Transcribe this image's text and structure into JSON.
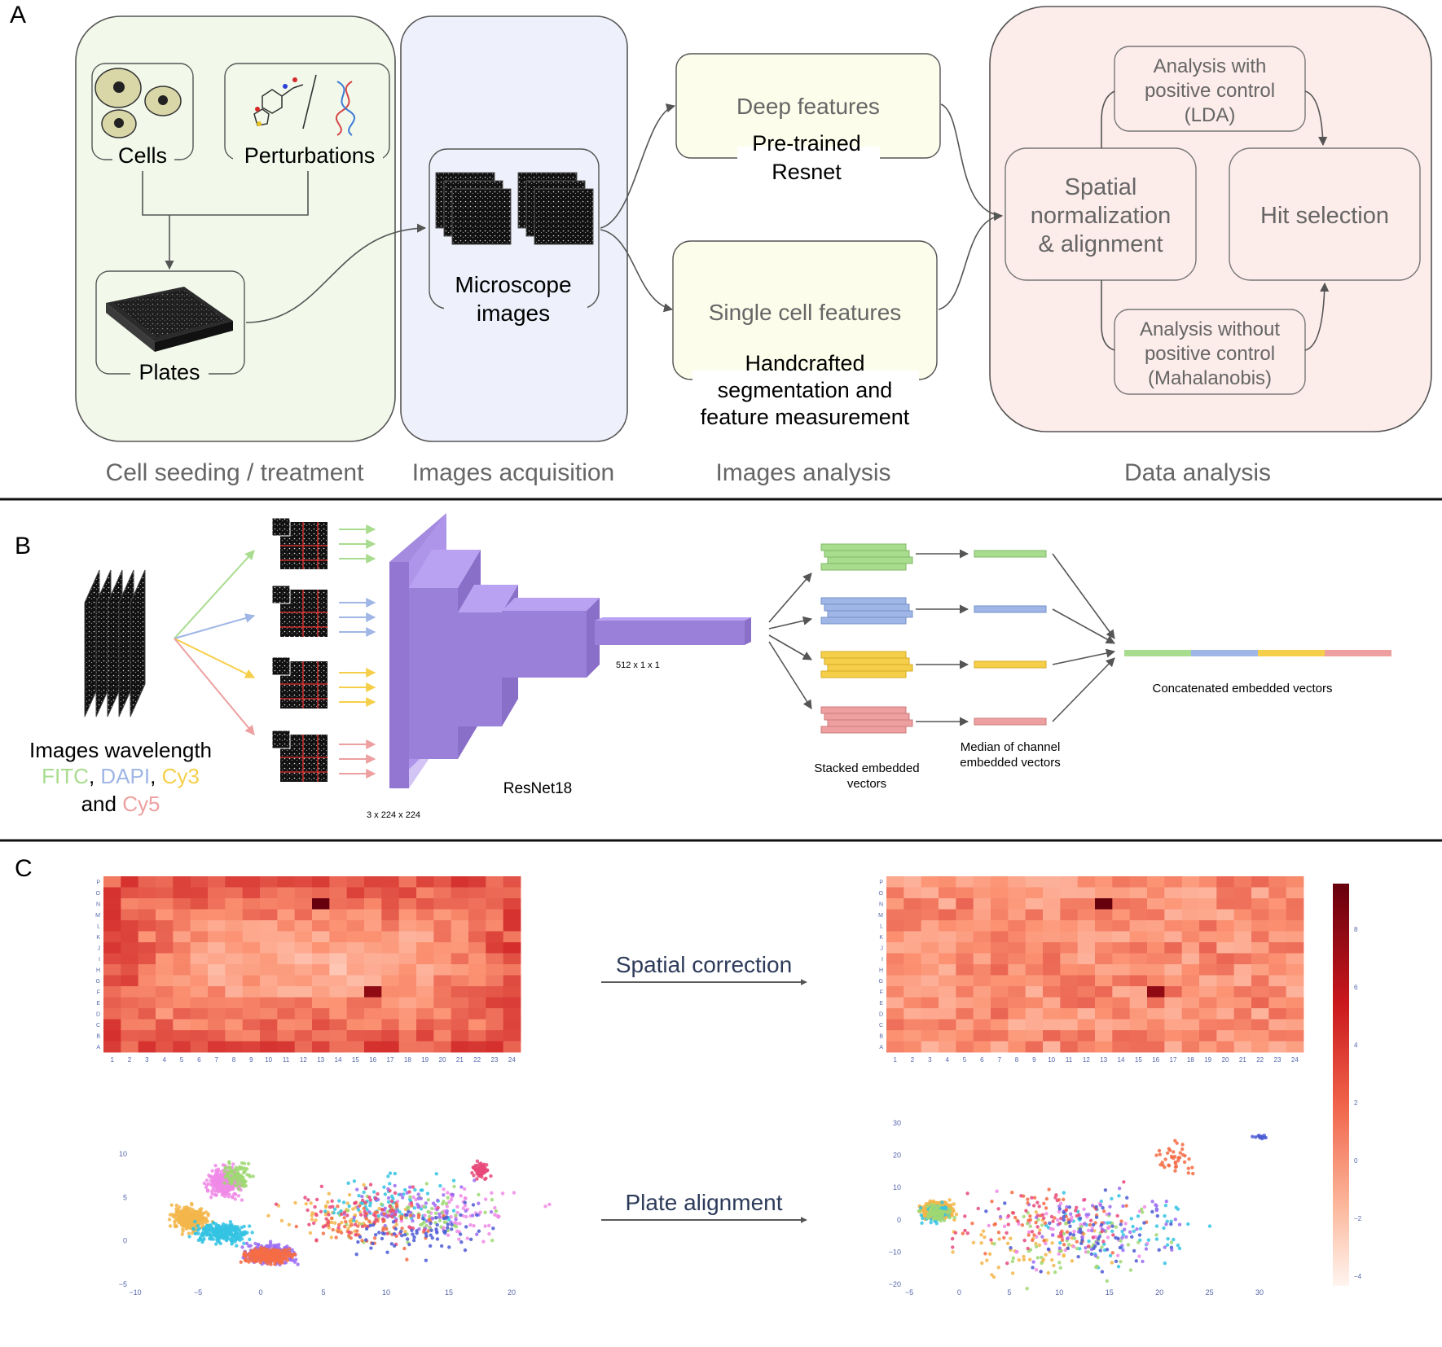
{
  "panelA": {
    "label": "A",
    "cells": "Cells",
    "perturbations": "Perturbations",
    "plates": "Plates",
    "microscope_line1": "Microscope",
    "microscope_line2": "images",
    "deep_title": "Deep features",
    "deep_sub1": "Pre-trained",
    "deep_sub2": "Resnet",
    "single_title": "Single cell features",
    "single_sub1": "Handcrafted",
    "single_sub2": "segmentation and",
    "single_sub3": "feature measurement",
    "lda_1": "Analysis with",
    "lda_2": "positive control",
    "lda_3": "(LDA)",
    "spatial_1": "Spatial",
    "spatial_2": "normalization",
    "spatial_3": "& alignment",
    "hit": "Hit selection",
    "maha_1": "Analysis without",
    "maha_2": "positive control",
    "maha_3": "(Mahalanobis)",
    "stage1": "Cell seeding / treatment",
    "stage2": "Images acquisition",
    "stage3": "Images analysis",
    "stage4": "Data analysis",
    "colors": {
      "green_bg": "#f2f8ea",
      "blue_bg": "#eef1fb",
      "yellow_bg": "#fdfdec",
      "pink_bg": "#fcecea"
    }
  },
  "panelB": {
    "label": "B",
    "wavelength_title": "Images wavelength",
    "ch_fitc": "FITC",
    "ch_dapi": "DAPI",
    "ch_cy3": "Cy3",
    "and_word": "and",
    "ch_cy5": "Cy5",
    "sep": ",",
    "input_dim": "3 x 224 x 224",
    "output_dim": "512 x 1 x 1",
    "model": "ResNet18",
    "stacked_1": "Stacked embedded",
    "stacked_2": "vectors",
    "median_1": "Median of channel",
    "median_2": "embedded vectors",
    "concat": "Concatenated embedded vectors",
    "channel_colors": [
      "#a8dc8e",
      "#9fb6e6",
      "#f6cf4a",
      "#ee9f9f"
    ]
  },
  "panelC": {
    "label": "C",
    "arrow1": "Spatial correction",
    "arrow2": "Plate alignment",
    "row_labels": [
      "P",
      "O",
      "N",
      "M",
      "L",
      "K",
      "J",
      "I",
      "H",
      "G",
      "F",
      "E",
      "D",
      "C",
      "B",
      "A"
    ],
    "col_labels": [
      "1",
      "2",
      "3",
      "4",
      "5",
      "6",
      "7",
      "8",
      "9",
      "10",
      "11",
      "12",
      "13",
      "14",
      "15",
      "16",
      "17",
      "18",
      "19",
      "20",
      "21",
      "22",
      "23",
      "24"
    ],
    "colorbar_ticks": [
      "8",
      "6",
      "4",
      "2",
      "0",
      "−2",
      "−4"
    ],
    "scatter_left_x_ticks": [
      "−10",
      "−5",
      "0",
      "5",
      "10",
      "15",
      "20"
    ],
    "scatter_left_y_ticks": [
      "10",
      "5",
      "0",
      "−5"
    ],
    "scatter_right_x_ticks": [
      "−5",
      "0",
      "5",
      "10",
      "15",
      "20",
      "25",
      "30"
    ],
    "scatter_right_y_ticks": [
      "30",
      "20",
      "10",
      "0",
      "−10",
      "−20"
    ],
    "scatter_colors": [
      "#f3b64a",
      "#34c3e3",
      "#f08ae6",
      "#9fd873",
      "#9b6cf2",
      "#f46c45",
      "#e8497a",
      "#4b5bd4"
    ]
  }
}
